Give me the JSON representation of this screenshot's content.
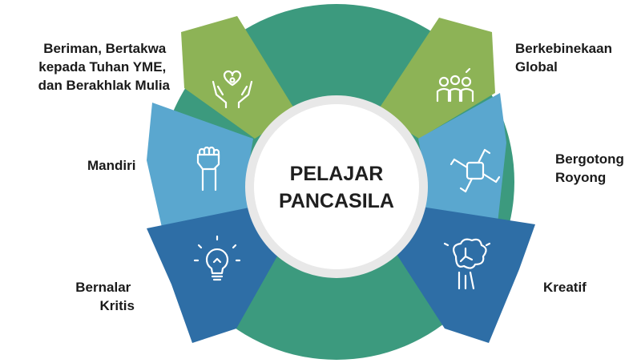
{
  "center": {
    "line1": "PELAJAR",
    "line2": "PANCASILA"
  },
  "dimensions": [
    {
      "key": "beriman",
      "lines": [
        "Beriman, Bertakwa",
        "kepada Tuhan YME,",
        "dan Berakhlak Mulia"
      ],
      "icon": "hands-heart-icon",
      "color": "#8db356"
    },
    {
      "key": "berkebinekaan",
      "lines": [
        "Berkebinekaan",
        "Global"
      ],
      "icon": "people-group-icon",
      "color": "#8db356"
    },
    {
      "key": "mandiri",
      "lines": [
        "Mandiri"
      ],
      "icon": "raised-fist-icon",
      "color": "#5aa7cf"
    },
    {
      "key": "bergotong",
      "lines": [
        "Bergotong",
        "Royong"
      ],
      "icon": "joined-hands-icon",
      "color": "#5aa7cf"
    },
    {
      "key": "bernalar",
      "lines": [
        "Bernalar",
        "Kritis"
      ],
      "icon": "lightbulb-icon",
      "color": "#2e6ea6"
    },
    {
      "key": "kreatif",
      "lines": [
        "Kreatif"
      ],
      "icon": "brain-hand-icon",
      "color": "#2e6ea6"
    }
  ],
  "colors": {
    "ring": "#3c9a7e",
    "center_border": "#e8e8e8",
    "center_fill": "#ffffff",
    "text": "#1a1a1a"
  }
}
